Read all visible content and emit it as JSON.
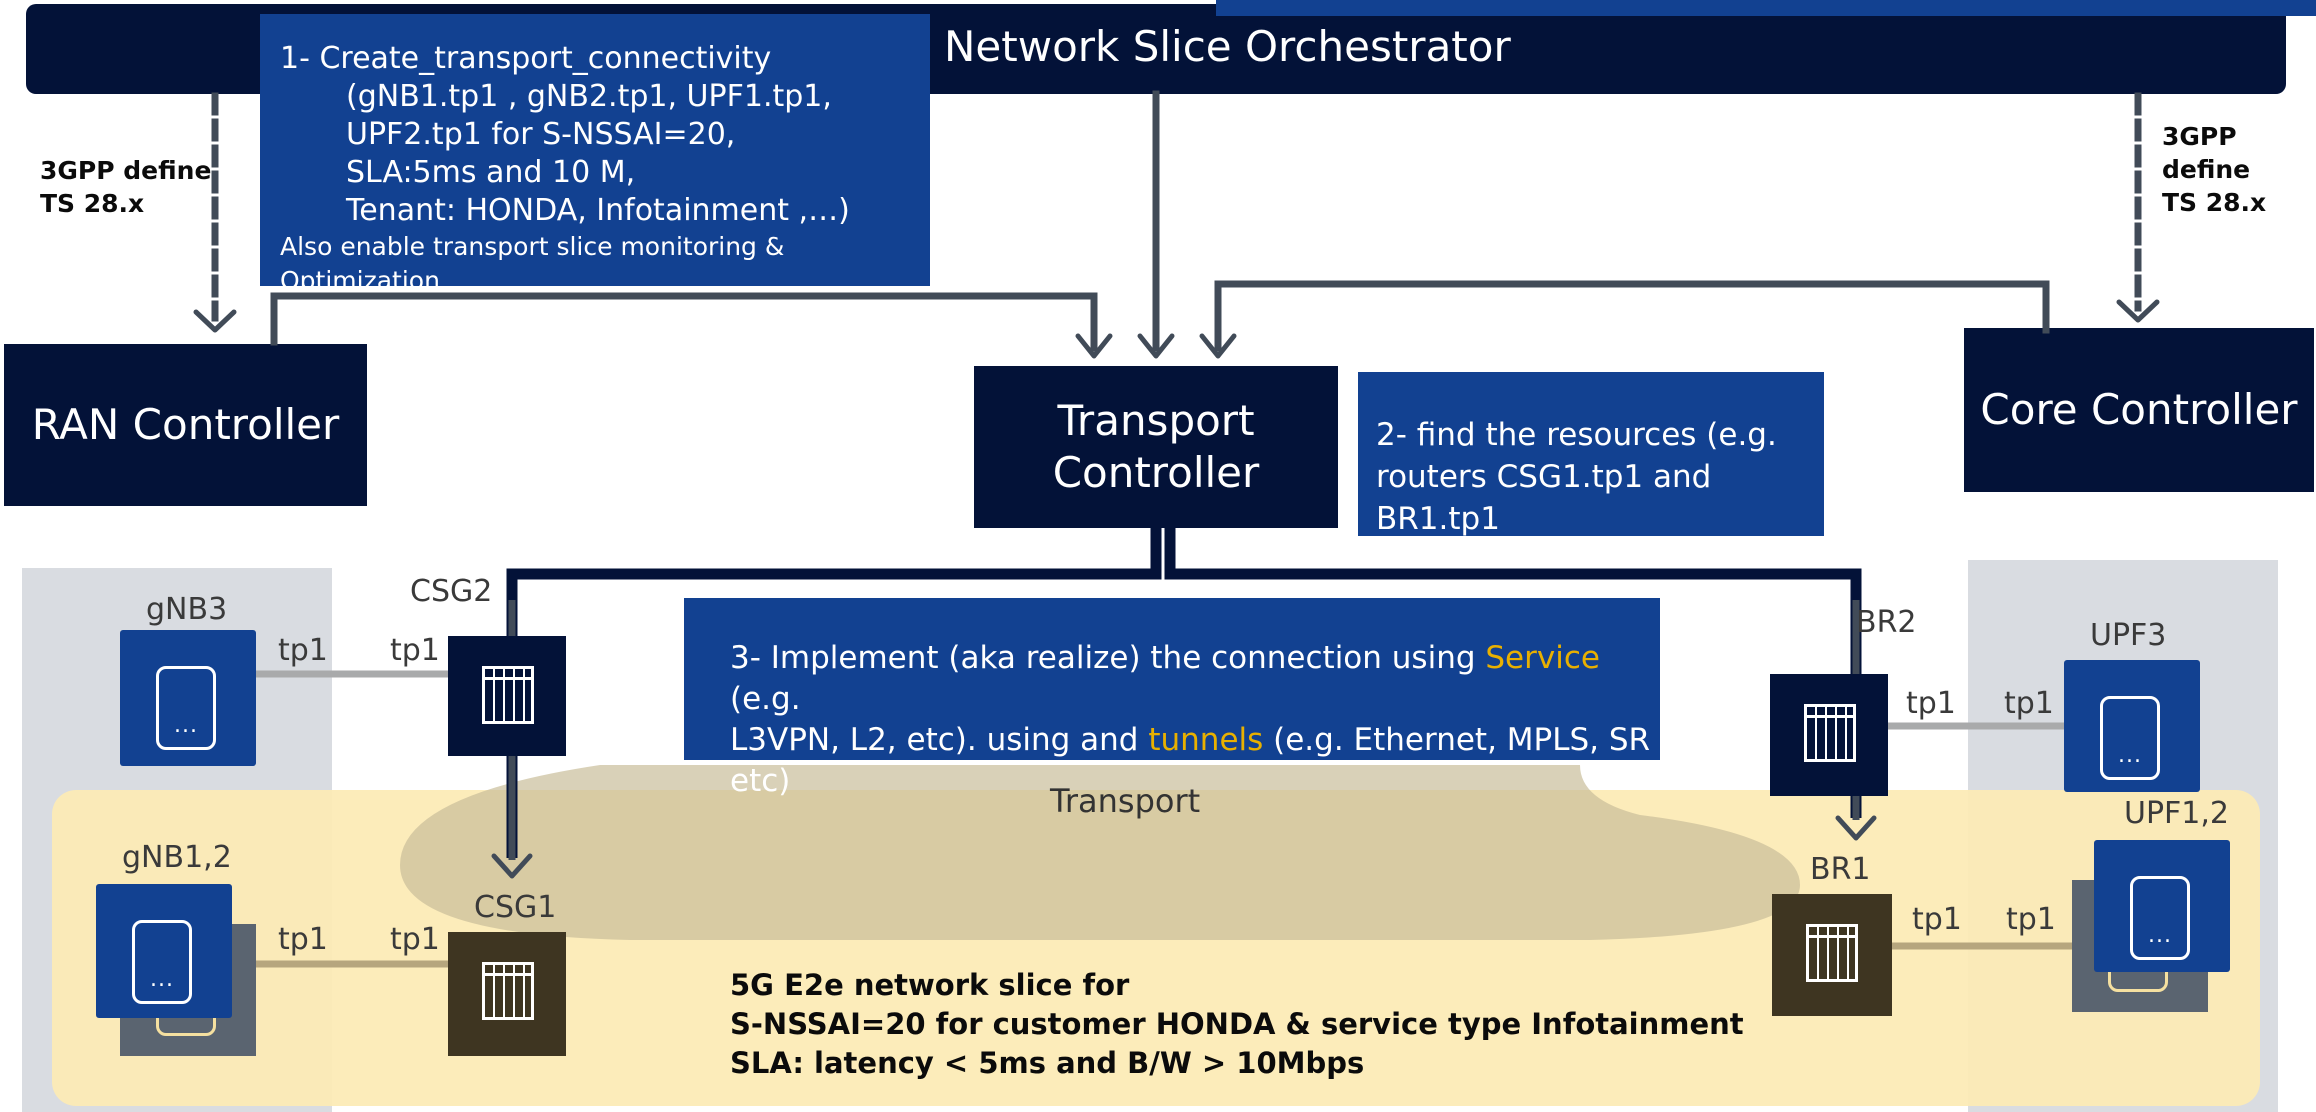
{
  "orchestrator": {
    "title": "Network Slice Orchestrator"
  },
  "step1": {
    "line1": "1- Create_transport_connectivity",
    "line2": "(gNB1.tp1 , gNB2.tp1, UPF1.tp1,",
    "line3": "UPF2.tp1 for S-NSSAI=20,",
    "line4": "SLA:5ms and 10 M,",
    "line5": "Tenant: HONDA, Infotainment ,…)",
    "line6": "Also enable transport slice monitoring & Optimization"
  },
  "step2": {
    "line1": "2- find the resources (e.g.",
    "line2": "routers CSG1.tp1 and BR1.tp1"
  },
  "step3": {
    "part1": "3- Implement (aka realize) the connection using ",
    "highlight1": "Service",
    "part2": " (e.g.",
    "line2a": "L3VPN, L2, etc). using and ",
    "highlight2": "tunnels",
    "line2b": " (e.g. Ethernet, MPLS, SR etc)"
  },
  "controllers": {
    "ran": "RAN Controller",
    "transport_l1": "Transport",
    "transport_l2": "Controller",
    "core": "Core Controller"
  },
  "standards": {
    "left_l1": "3GPP define",
    "left_l2": "TS 28.x",
    "right_l1": "3GPP define",
    "right_l2": "TS 28.x"
  },
  "nodes": {
    "gnb3": "gNB3",
    "gnb12": "gNB1,2",
    "csg2": "CSG2",
    "csg1": "CSG1",
    "br2": "BR2",
    "br1": "BR1",
    "upf3": "UPF3",
    "upf12": "UPF1,2",
    "transport": "Transport"
  },
  "tp": {
    "gnb3": "tp1",
    "csg2": "tp1",
    "gnb12": "tp1",
    "csg1": "tp1",
    "br2": "tp1",
    "upf3": "tp1",
    "br1": "tp1",
    "upf12": "tp1"
  },
  "device_dots": "...",
  "slice": {
    "line1": "5G E2e network slice  for",
    "line2": "S-NSSAI=20 for customer HONDA & service type Infotainment",
    "line3": "SLA: latency < 5ms  and B/W > 10Mbps"
  },
  "colors": {
    "navy": "#031238",
    "blue": "#124191",
    "highlight": "#e8b000",
    "arrow": "#414b58",
    "slice_band": "#fcebb5",
    "grey_zone": "#d9dce1"
  },
  "icons": [
    "tablet-icon",
    "router-icon",
    "arrow-icon"
  ]
}
